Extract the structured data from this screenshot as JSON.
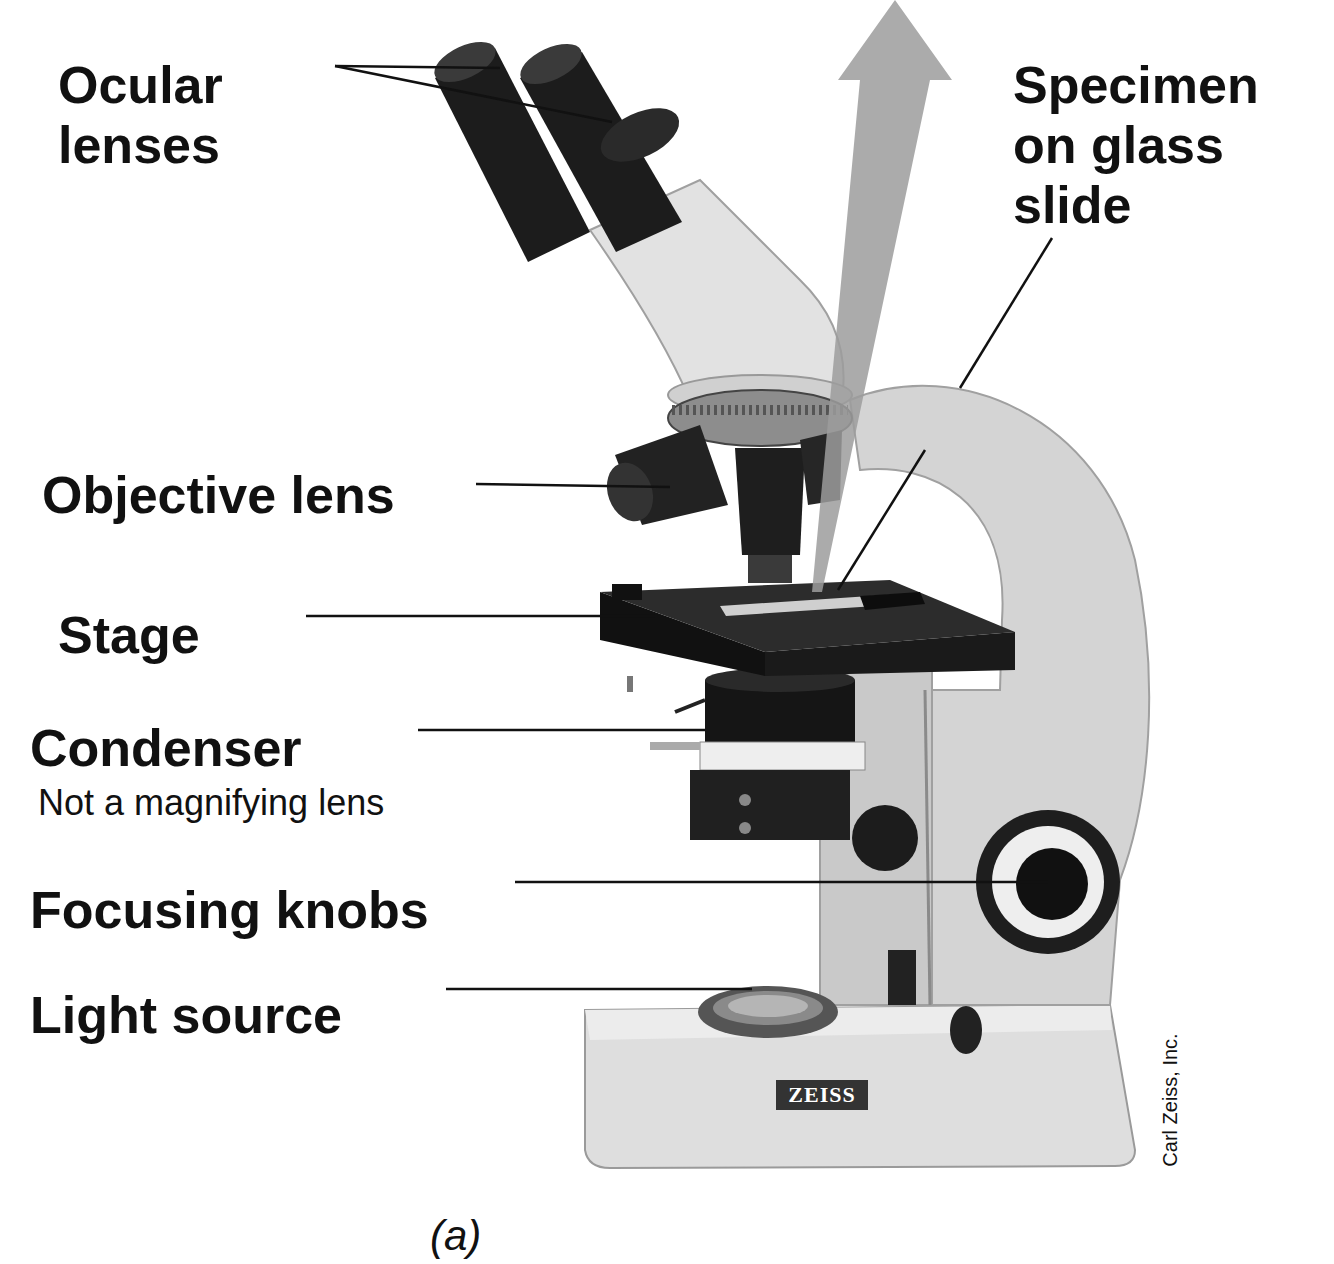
{
  "diagram": {
    "labels": [
      "Ocular lenses",
      "Specimen on glass slide",
      "Objective lens",
      "Stage",
      "Condenser",
      "Not a magnifying lens",
      "Focusing knobs",
      "Light source",
      "ZEISS",
      "Carl Zeiss, Inc.",
      "(a)"
    ]
  }
}
